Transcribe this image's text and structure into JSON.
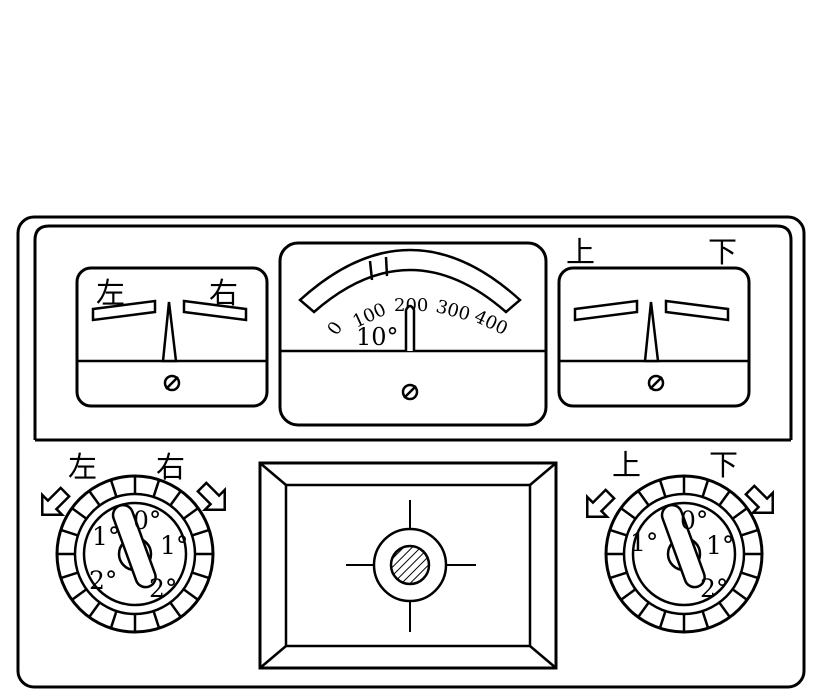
{
  "colors": {
    "ink": "#000000",
    "paper": "#ffffff"
  },
  "left_meter": {
    "left_label": "左",
    "right_label": "右",
    "screw_icon": "zero-adjust-screw-icon"
  },
  "center_meter": {
    "scale_labels": [
      "0",
      "100",
      "200",
      "300",
      "400"
    ],
    "angle_label": "10°",
    "screw_icon": "zero-adjust-screw-icon"
  },
  "right_meter": {
    "up_label": "上",
    "down_label": "下",
    "screw_icon": "zero-adjust-screw-icon"
  },
  "left_knob": {
    "left_label": "左",
    "right_label": "右",
    "deg_0": "0°",
    "deg_1_left": "1°",
    "deg_1_right": "1°",
    "deg_2_left": "2°",
    "deg_2_right": "2°",
    "arrow_icons": [
      "arrow-down-left-icon",
      "arrow-down-right-icon"
    ]
  },
  "right_knob": {
    "up_label": "上",
    "down_label": "下",
    "deg_0": "0°",
    "deg_1_left": "1°",
    "deg_1_right": "1°",
    "deg_2_right": "2°",
    "arrow_icons": [
      "arrow-down-left-icon",
      "arrow-down-right-icon"
    ]
  },
  "viewfinder": {
    "icon": "crosshair-target-icon"
  }
}
